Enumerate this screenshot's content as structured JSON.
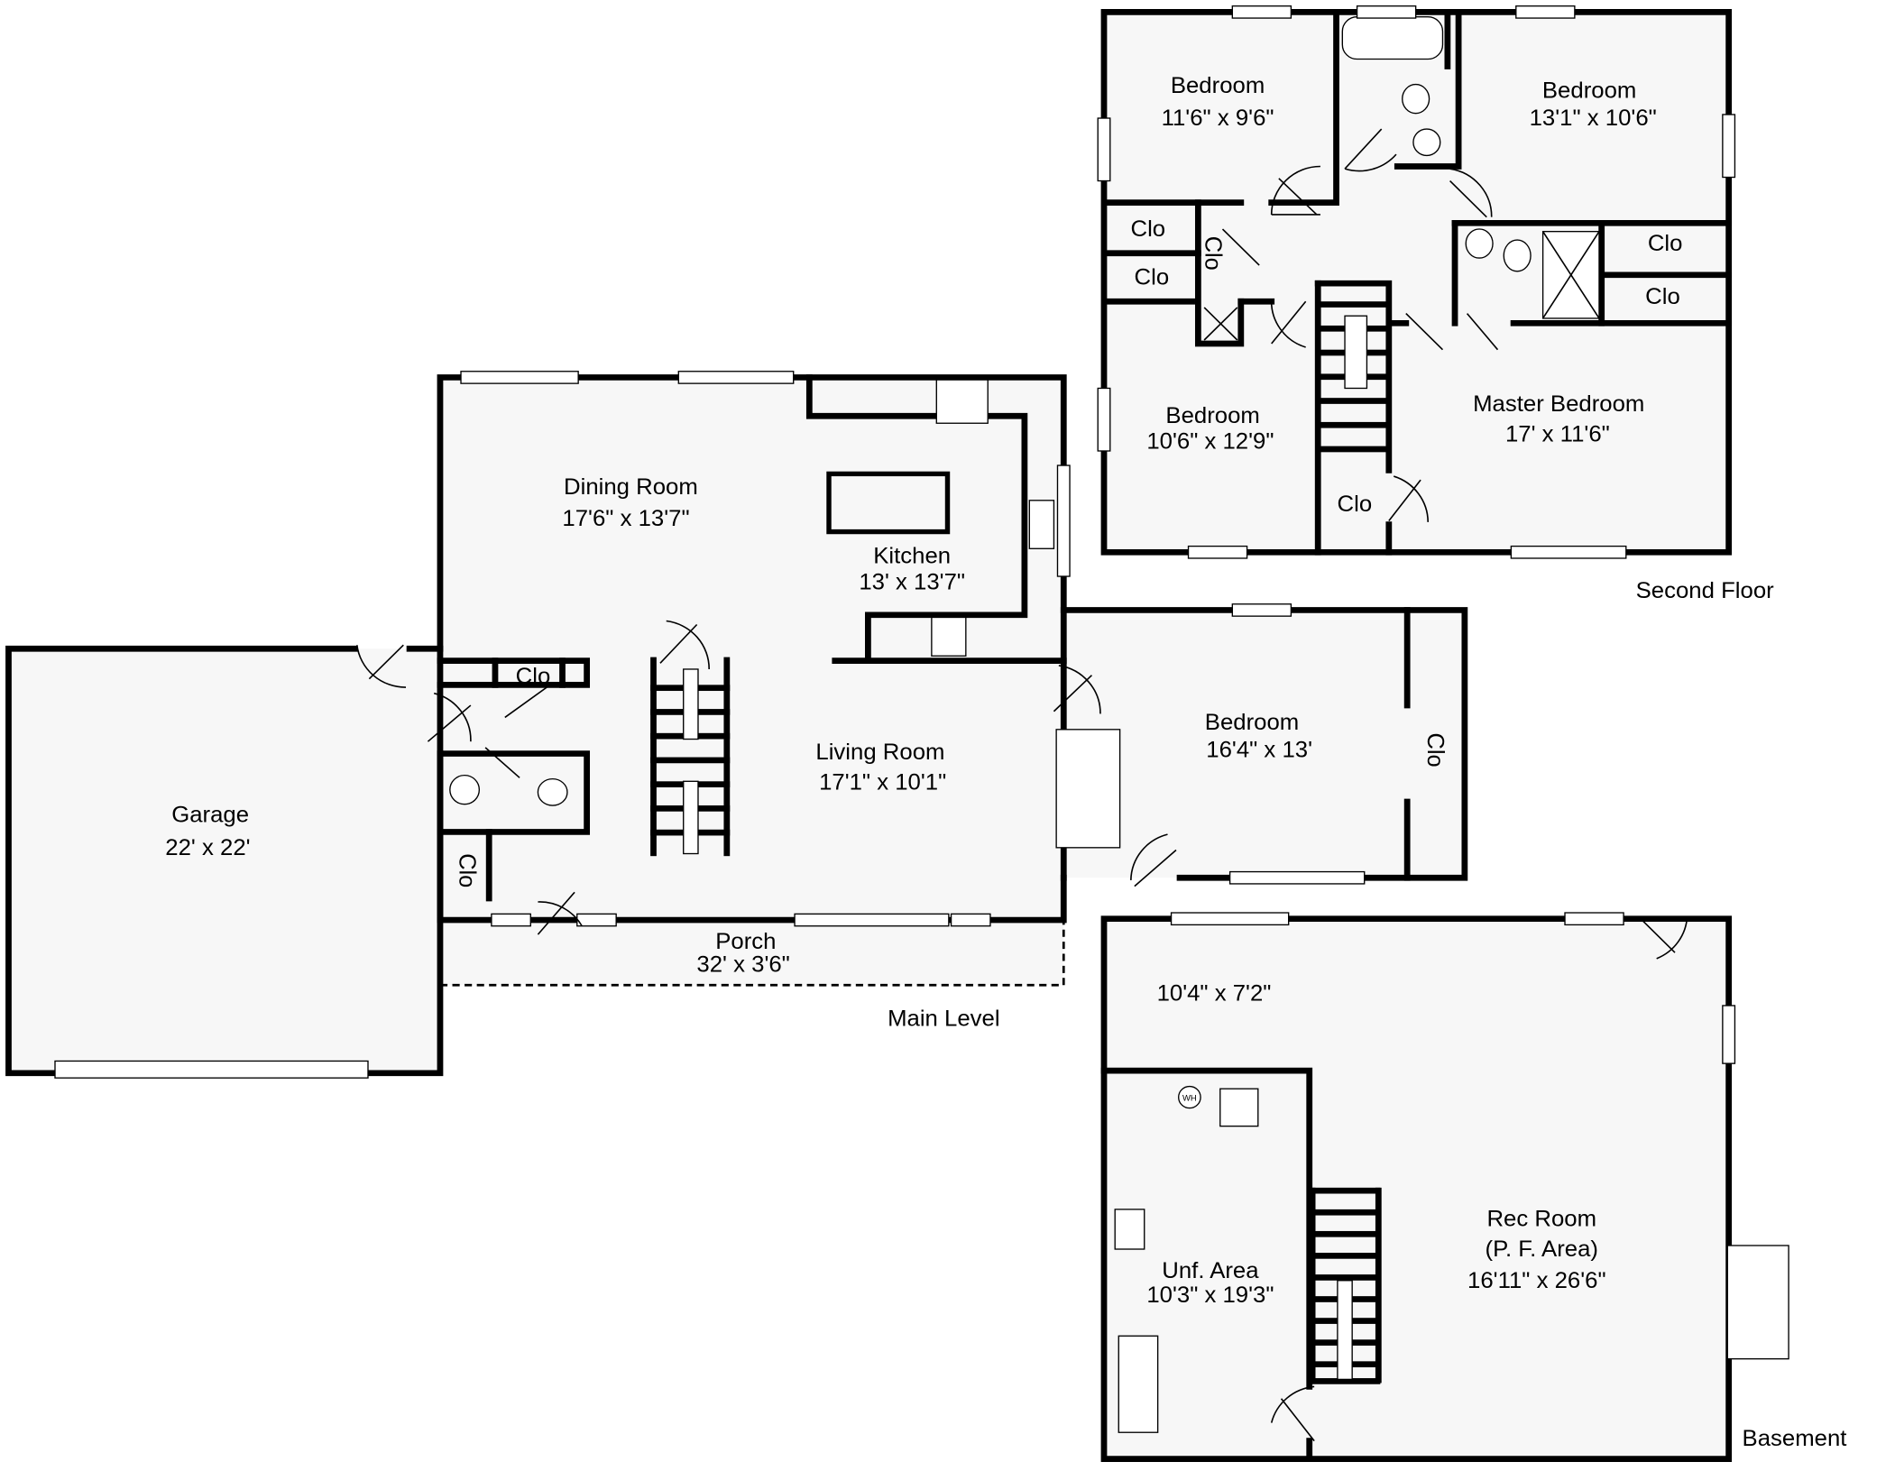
{
  "second_floor": {
    "label": "Second Floor",
    "rooms": [
      {
        "name": "Bedroom",
        "size": "11'6\" x 9'6\""
      },
      {
        "name": "Bedroom",
        "size": "13'1\" x 10'6\""
      },
      {
        "name": "Bedroom",
        "size": "10'6\" x 12'9\""
      },
      {
        "name": "Master Bedroom",
        "size": "17' x 11'6\""
      }
    ],
    "closets": [
      "Clo",
      "Clo",
      "Clo",
      "Clo",
      "Clo",
      "Clo"
    ]
  },
  "main_level": {
    "label": "Main Level",
    "rooms": [
      {
        "name": "Dining Room",
        "size": "17'6\" x 13'7\""
      },
      {
        "name": "Kitchen",
        "size": "13' x 13'7\""
      },
      {
        "name": "Living Room",
        "size": "17'1\" x 10'1\""
      },
      {
        "name": "Bedroom",
        "size": "16'4\" x 13'"
      },
      {
        "name": "Garage",
        "size": "22' x 22'"
      },
      {
        "name": "Porch",
        "size": "32' x 3'6\""
      }
    ],
    "closets": [
      "Clo",
      "Clo",
      "Clo"
    ]
  },
  "basement": {
    "label": "Basement",
    "rooms": [
      {
        "name": "",
        "size": "10'4\" x 7'2\""
      },
      {
        "name": "Unf. Area",
        "size": "10'3\" x 19'3\""
      },
      {
        "name": "Rec Room",
        "name2": "(P. F. Area)",
        "size": "16'11\" x 26'6\""
      }
    ],
    "water_heater": "WH"
  }
}
